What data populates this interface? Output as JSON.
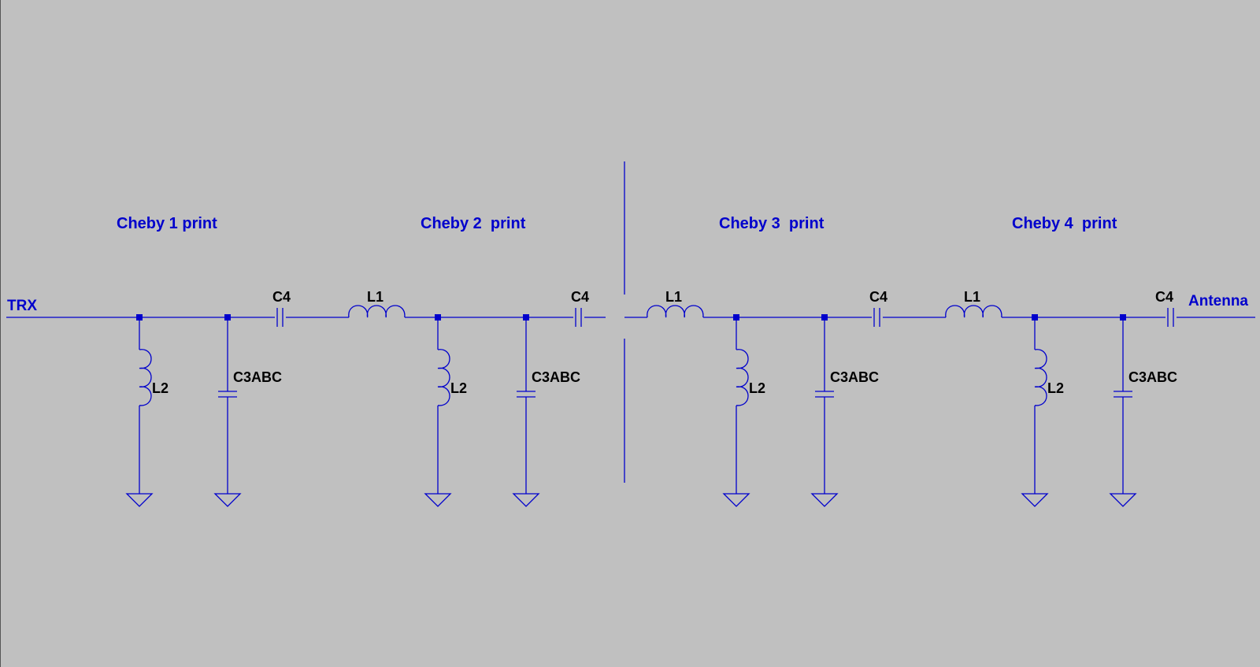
{
  "colors": {
    "background": "#c0c0c0",
    "wire": "#0000cc",
    "part_label": "#000000"
  },
  "ports": {
    "input": "TRX",
    "output": "Antenna"
  },
  "sections": [
    {
      "label": "Cheby 1 print",
      "series_inductor": "",
      "series_capacitor": "C4",
      "shunt_inductor": "L2",
      "shunt_capacitor": "C3ABC"
    },
    {
      "label": "Cheby 2  print",
      "series_inductor": "L1",
      "series_capacitor": "C4",
      "shunt_inductor": "L2",
      "shunt_capacitor": "C3ABC"
    },
    {
      "label": "Cheby 3  print",
      "series_inductor": "L1",
      "series_capacitor": "C4",
      "shunt_inductor": "L2",
      "shunt_capacitor": "C3ABC"
    },
    {
      "label": "Cheby 4  print",
      "series_inductor": "L1",
      "series_capacitor": "C4",
      "shunt_inductor": "L2",
      "shunt_capacitor": "C3ABC"
    }
  ]
}
